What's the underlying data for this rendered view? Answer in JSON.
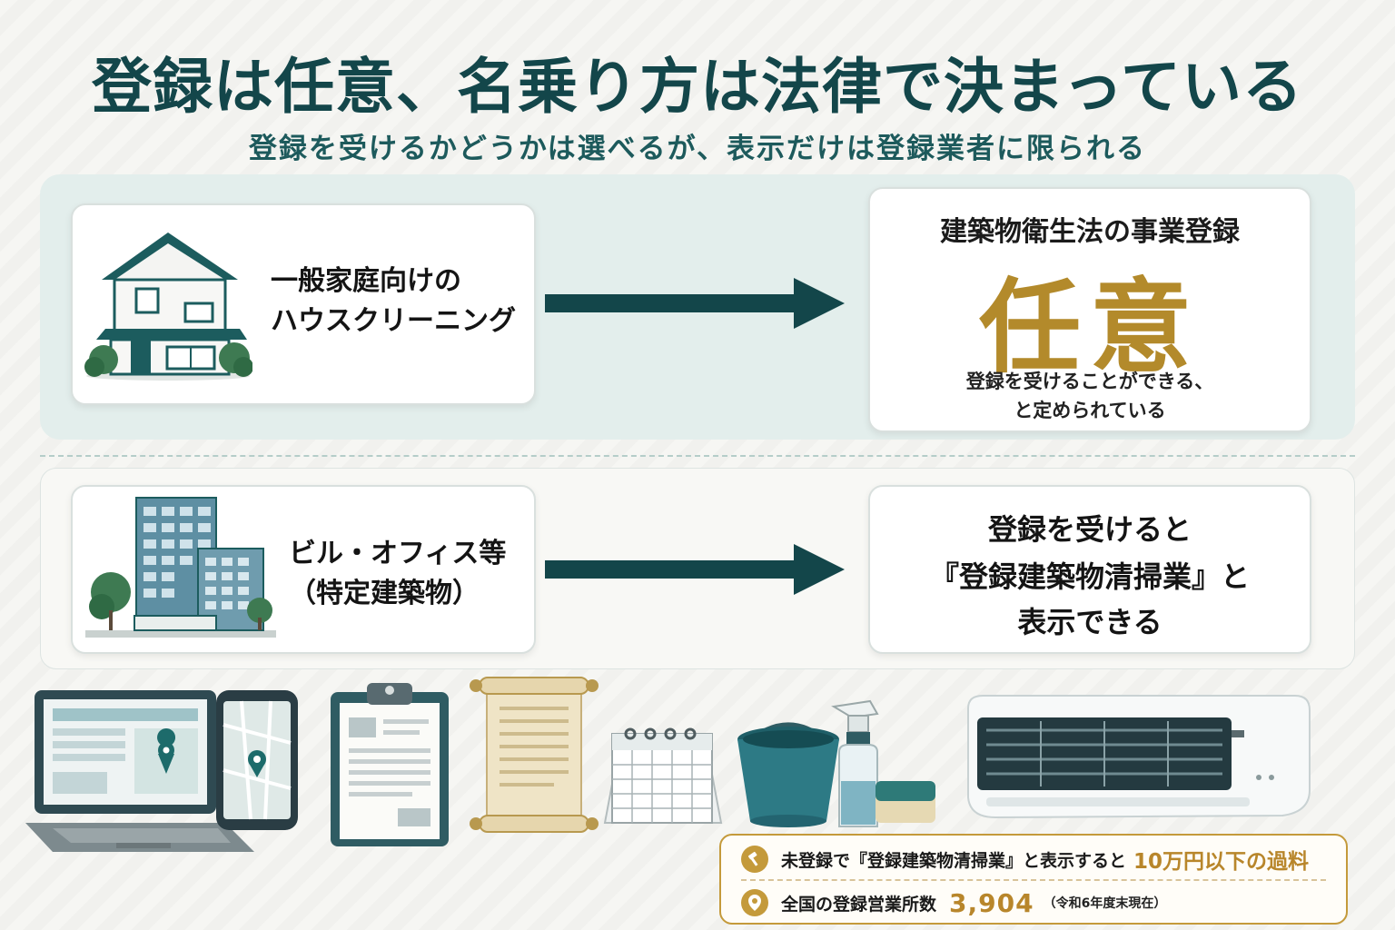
{
  "header": {
    "title": "登録は任意、名乗り方は法律で決まっている",
    "subtitle": "登録を受けるかどうかは選べるが、表示だけは登録業者に限られる"
  },
  "row1": {
    "left_lines": [
      "一般家庭向けの",
      "ハウスクリーニング"
    ],
    "right_title": "建築物衛生法の事業登録",
    "right_big": "任意",
    "right_desc": [
      "登録を受けることができる、",
      "と定められている"
    ]
  },
  "row2": {
    "left_lines": [
      "ビル・オフィス等",
      "（特定建築物）"
    ],
    "right_lines": [
      "登録を受けると",
      "『登録建築物清掃業』と",
      "表示できる"
    ]
  },
  "info": {
    "row1_text": "未登録で『登録建築物清掃業』と表示すると",
    "row1_highlight": "10万円以下の過料",
    "row2_text": "全国の登録営業所数",
    "row2_number": "3,904",
    "row2_note": "（令和6年度末現在）"
  },
  "icons": {
    "house": "house-icon",
    "building": "office-building-icon",
    "laptop": "laptop-map-icon",
    "phone": "smartphone-map-icon",
    "clipboard": "clipboard-icon",
    "scroll": "scroll-icon",
    "calendar": "calendar-icon",
    "bucket": "bucket-icon",
    "spray": "spray-bottle-icon",
    "sponge": "sponge-icon",
    "aircon": "air-conditioner-icon",
    "gavel": "gavel-icon",
    "pin": "location-pin-icon"
  },
  "colors": {
    "primary": "#13464a",
    "teal": "#1d5a5c",
    "gold": "#b38a2b",
    "band": "#e3eeec"
  }
}
